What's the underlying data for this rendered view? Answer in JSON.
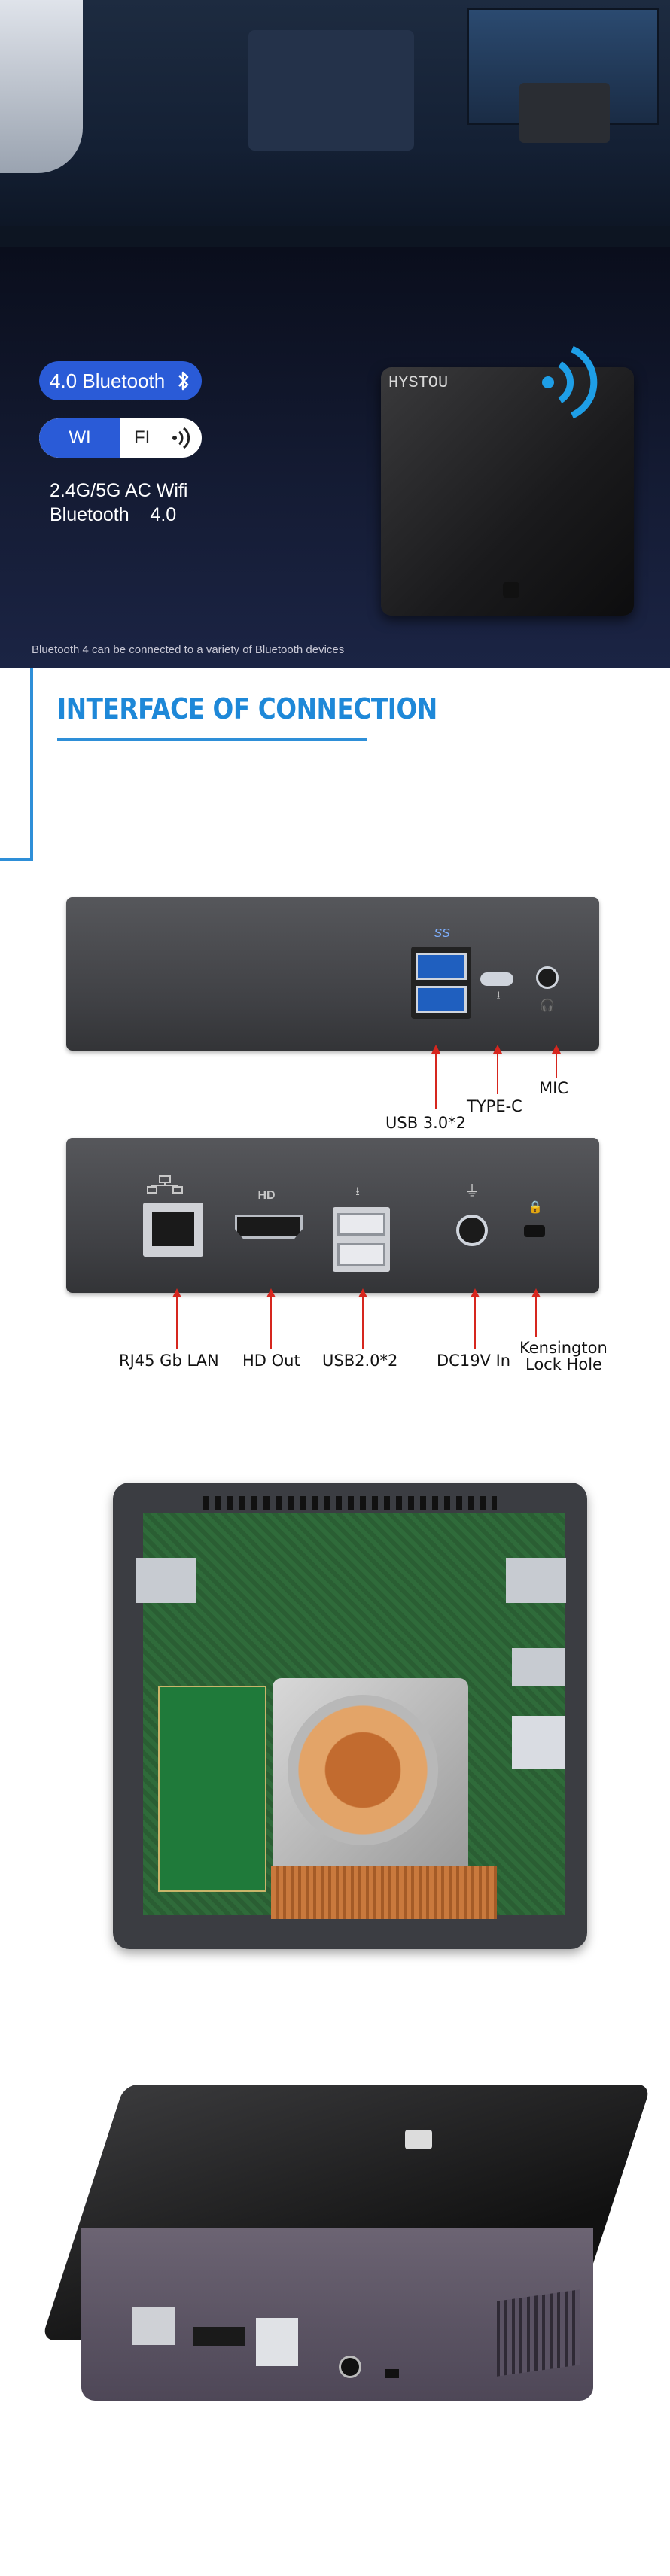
{
  "bluetooth_section": {
    "bt_pill": "4.0 Bluetooth",
    "wifi_pill_left": "WI",
    "wifi_pill_right": "FI",
    "spec_line1": "2.4G/5G AC Wifi",
    "spec_line2": "Bluetooth    4.0",
    "device_brand": "HYSTOU",
    "caption": "Bluetooth 4 can be connected to a variety of Bluetooth devices"
  },
  "interface_section": {
    "title": "INTERFACE OF CONNECTION"
  },
  "front_ports": {
    "usb_icon_label": "SS",
    "labels": {
      "usb30": "USB 3.0*2",
      "typec": "TYPE-C",
      "mic": "MIC"
    }
  },
  "back_ports": {
    "hd_icon_label": "HD",
    "labels": {
      "rj45": "RJ45 Gb LAN",
      "hdout": "HD Out",
      "usb20": "USB2.0*2",
      "dc": "DC19V In",
      "kensington_line1": "Kensington",
      "kensington_line2": "Lock Hole"
    }
  },
  "colors": {
    "accent_blue": "#2e8fd8",
    "pill_blue": "#2a5bd7",
    "arrow_red": "#d6261e"
  }
}
